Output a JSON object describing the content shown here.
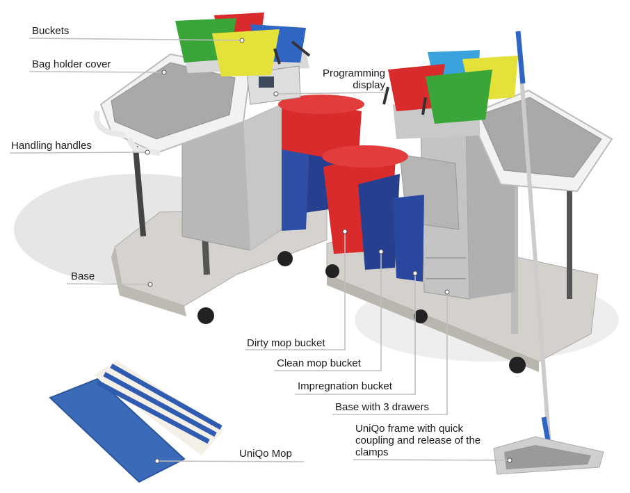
{
  "labels": {
    "buckets": "Buckets",
    "bag_holder_cover": "Bag holder cover",
    "handling_handles": "Handling handles",
    "base": "Base",
    "programming_display": "Programming display",
    "dirty_mop_bucket": "Dirty mop bucket",
    "clean_mop_bucket": "Clean mop bucket",
    "impregnation_bucket": "Impregnation bucket",
    "base_with_3_drawers": "Base with 3 drawers",
    "uniqo_frame": "UniQo frame with quick coupling and release of the clamps",
    "uniqo_mop": "UniQo Mop"
  },
  "colors": {
    "green": "#3aa63a",
    "red": "#d92b2b",
    "blue": "#2f66c4",
    "yellow": "#e4e13a",
    "navy": "#26408f",
    "grey_panel": "#b9b9b9",
    "frame_white": "#ededed",
    "steel": "#c9c9c9"
  }
}
